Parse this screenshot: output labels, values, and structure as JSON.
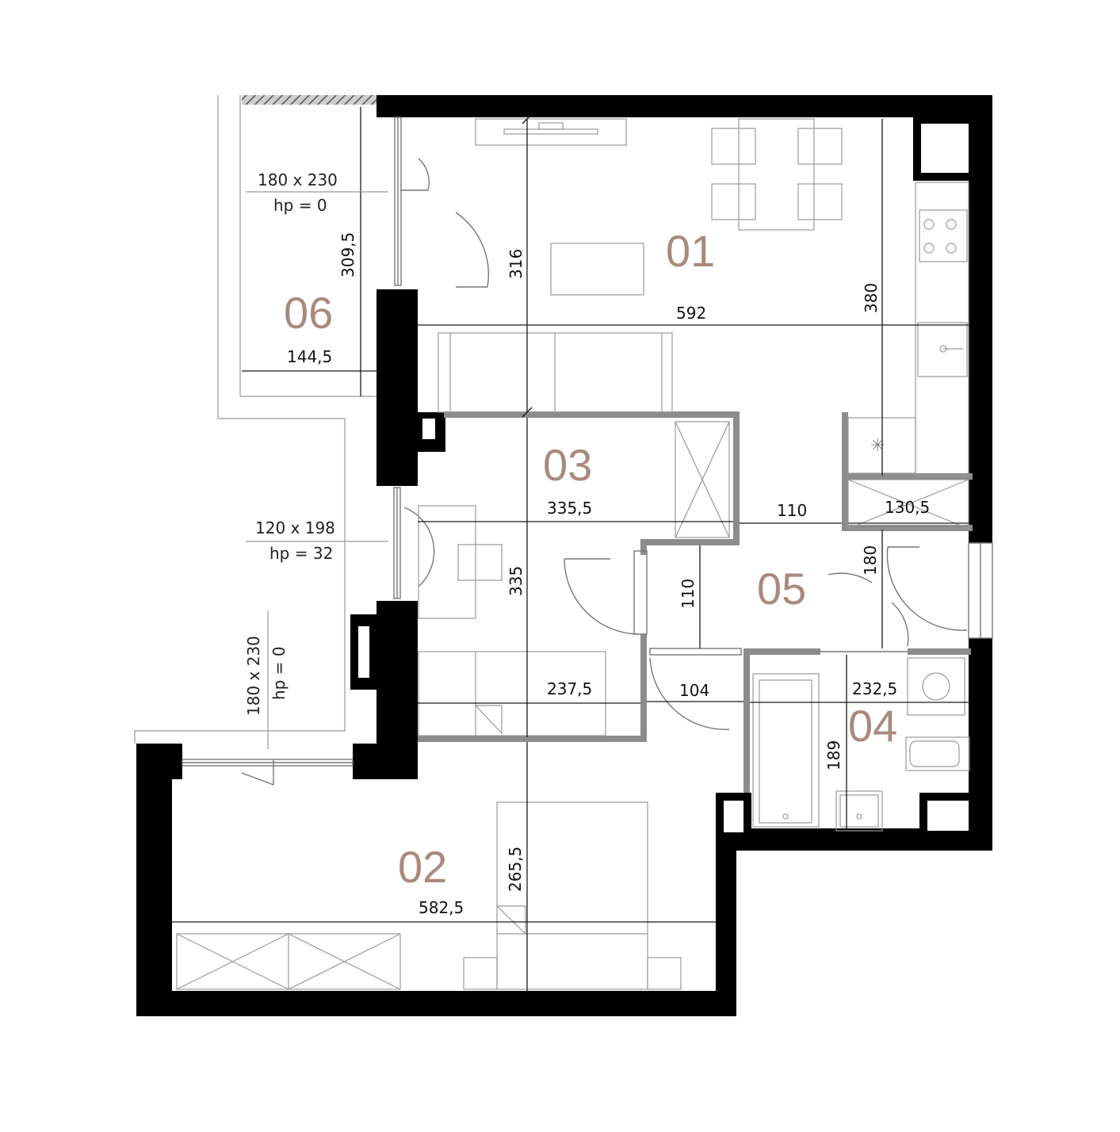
{
  "colors": {
    "wall": "#000000",
    "interior_wall": "#8c8c8c",
    "room_label": "#a88a7c",
    "dimension": "#1a1a1a"
  },
  "rooms": {
    "r01": "01",
    "r02": "02",
    "r03": "03",
    "r04": "04",
    "r05": "05",
    "r06": "06"
  },
  "dimensions": {
    "d_316": "316",
    "d_380": "380",
    "d_592": "592",
    "d_309_5": "309,5",
    "d_144_5": "144,5",
    "d_335_5": "335,5",
    "d_110_h": "110",
    "d_130_5": "130,5",
    "d_335": "335",
    "d_110_v": "110",
    "d_180": "180",
    "d_237_5": "237,5",
    "d_104": "104",
    "d_232_5": "232,5",
    "d_189": "189",
    "d_265_5": "265,5",
    "d_582_5": "582,5"
  },
  "windows": {
    "w1_size": "180 x 230",
    "w1_hp": "hp = 0",
    "w2_size": "120 x 198",
    "w2_hp": "hp = 32",
    "w3_size": "180 x 230",
    "w3_hp": "hp = 0"
  }
}
